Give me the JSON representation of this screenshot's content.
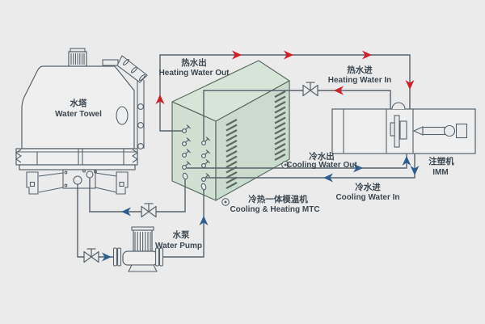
{
  "colors": {
    "bg": "#ebebeb",
    "line": "#57636c",
    "text": "#3d4750",
    "hot": "#ce2127",
    "cold": "#2d5e8f",
    "box_top": "#d7e5d8",
    "box_left": "#d0e0d3",
    "box_right": "#c9dccd",
    "box_stroke": "#5c6a64",
    "fill_light": "#efefef"
  },
  "labels": {
    "heating_out": {
      "zh": "热水出",
      "en": "Heating Water Out"
    },
    "heating_in": {
      "zh": "热水进",
      "en": "Heating Water In"
    },
    "cooling_out": {
      "zh": "冷水出",
      "en": "Cooling Water Out"
    },
    "cooling_in": {
      "zh": "冷水进",
      "en": "Cooling Water In"
    },
    "water_tower": {
      "zh": "水塔",
      "en": "Water Towel"
    },
    "water_pump": {
      "zh": "水泵",
      "en": "Water Pump"
    },
    "mtc": {
      "zh": "冷热一体模温机",
      "en": "Cooling & Heating MTC"
    },
    "imm": {
      "zh": "注塑机",
      "en": "IMM"
    }
  }
}
